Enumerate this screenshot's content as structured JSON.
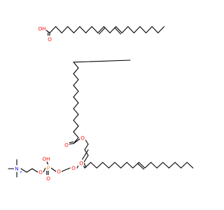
{
  "colors": {
    "carbon_bond": "#000000",
    "oxygen": "#ff0000",
    "nitrogen": "#0000ff",
    "phosphorus": "#ff8000"
  },
  "atom_labels": {
    "acid_hydroxyl": "OH",
    "acid_carbonyl_o": "O",
    "ester1_carbonyl_o": "O",
    "ester1_link_o": "O",
    "ester2_carbonyl_o": "O",
    "ester2_link_o": "O",
    "phosphate_o_bridge_glycerol": "O",
    "phosphate_oh": "OH",
    "phosphorus": "P",
    "phosphate_o_double": "O",
    "phosphate_o_bridge_choline": "O",
    "ammonium_n": "N",
    "ammonium_charge": "+"
  }
}
